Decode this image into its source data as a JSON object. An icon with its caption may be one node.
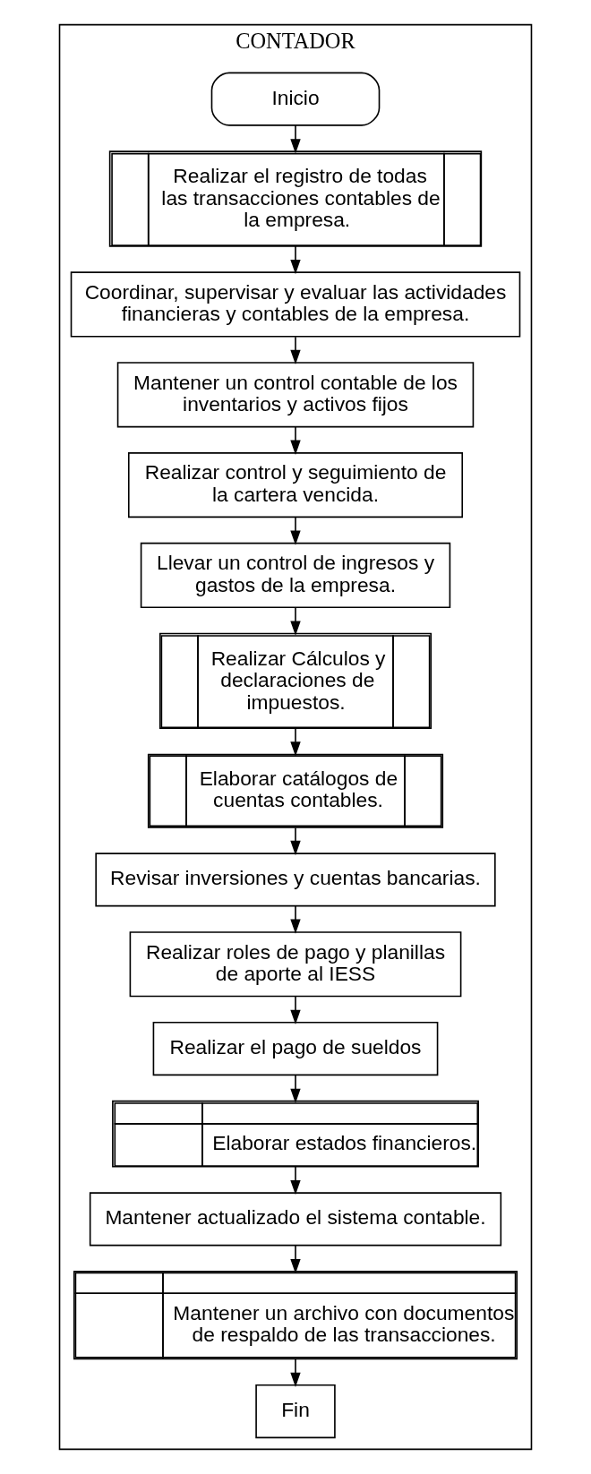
{
  "diagram": {
    "nodes": [
      {
        "text": [
          "CONTADOR"
        ]
      },
      {
        "text": [
          "Inicio"
        ],
        "in": 0
      },
      {
        "text": [
          "Realizar el registro de todas las transacciones contables de la empresa."
        ],
        "in": 0
      },
      {
        "text": [
          "Coordinar, supervisar y evaluar las actividades financieras y contables de la empresa."
        ],
        "in": 0
      },
      {
        "text": [
          "Mantener un control contable de los inventarios y activos fijos"
        ],
        "in": 0
      },
      {
        "text": [
          "Realizar control y seguimiento de la cartera vencida."
        ],
        "in": 0
      },
      {
        "text": [
          "Llevar un control de ingresos y gastos de la empresa."
        ],
        "in": 0
      },
      {
        "text": [
          "Realizar Cálculos y declaraciones de impuestos."
        ],
        "in": 0
      },
      {
        "text": [
          "Elaborar catálogos de cuentas contables."
        ],
        "in": 0
      },
      {
        "text": [
          "Revisar inversiones y cuentas bancarias."
        ],
        "in": 0
      },
      {
        "text": [
          "Realizar roles de pago y planillas de aporte al IESS"
        ],
        "in": 0
      },
      {
        "text": [
          "Realizar el pago de sueldos"
        ],
        "in": 0
      },
      {
        "text": [
          "Elaborar estados financieros."
        ],
        "in": 0
      },
      {
        "text": [
          "Mantener actualizado el sistema contable."
        ],
        "in": 0
      },
      {
        "text": [
          "Mantener un archivo con documentos de respaldo de las transacciones."
        ],
        "in": 0
      },
      {
        "text": [
          "Fin"
        ],
        "in": 0
      }
    ],
    "edges": [
      {
        "from": 1,
        "to": 2,
        "arrow": "to"
      },
      {
        "from": 2,
        "to": 3,
        "arrow": "to"
      },
      {
        "from": 3,
        "to": 4,
        "arrow": "to"
      },
      {
        "from": 4,
        "to": 5,
        "arrow": "to"
      },
      {
        "from": 5,
        "to": 6,
        "arrow": "to"
      },
      {
        "from": 6,
        "to": 7,
        "arrow": "to"
      },
      {
        "from": 7,
        "to": 8,
        "arrow": "to"
      },
      {
        "from": 8,
        "to": 9,
        "arrow": "to"
      },
      {
        "from": 9,
        "to": 10,
        "arrow": "to"
      },
      {
        "from": 10,
        "to": 11,
        "arrow": "to"
      },
      {
        "from": 11,
        "to": 12,
        "arrow": "to"
      },
      {
        "from": 12,
        "to": 13,
        "arrow": "to"
      },
      {
        "from": 13,
        "to": 14,
        "arrow": "to"
      },
      {
        "from": 14,
        "to": 15,
        "arrow": "to"
      }
    ]
  }
}
